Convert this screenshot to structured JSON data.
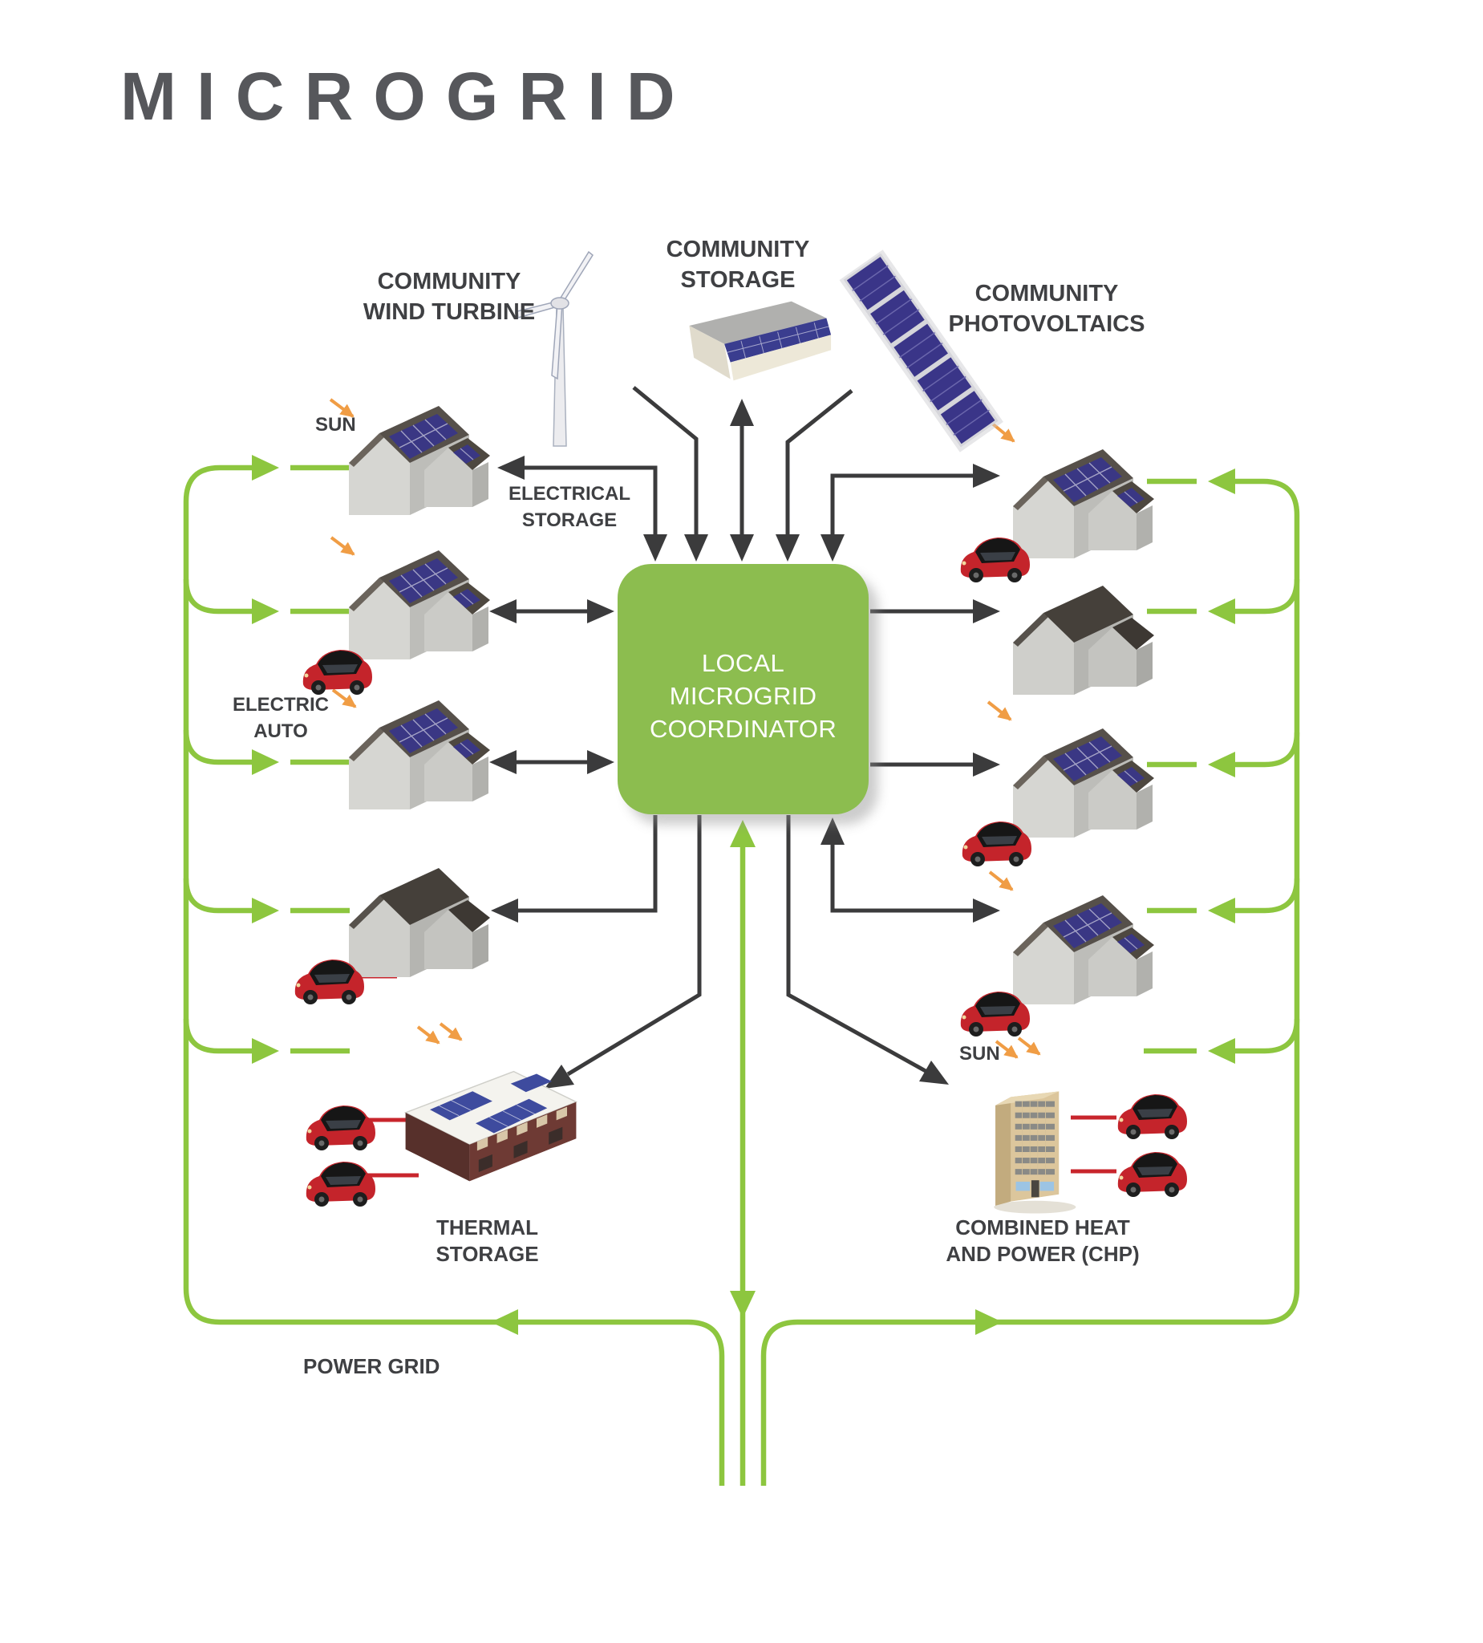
{
  "title": "MICROGRID",
  "nodes": {
    "community_wind_turbine": {
      "label": [
        "COMMUNITY",
        "WIND TURBINE"
      ],
      "icon": "wind-turbine-icon"
    },
    "community_storage": {
      "label": [
        "COMMUNITY",
        "STORAGE"
      ],
      "icon": "solar-warehouse-icon"
    },
    "community_photovoltaics": {
      "label": [
        "COMMUNITY",
        "PHOTOVOLTAICS"
      ],
      "icon": "solar-panel-array-icon"
    },
    "coordinator": {
      "label": [
        "LOCAL",
        "MICROGRID",
        "COORDINATOR"
      ]
    },
    "thermal_storage": {
      "label": [
        "THERMAL",
        "STORAGE"
      ],
      "icon": "solar-roof-building-icon"
    },
    "combined_heat_and_power": {
      "label": [
        "COMBINED HEAT",
        "AND POWER (CHP)"
      ],
      "icon": "office-tower-icon"
    }
  },
  "annotations": {
    "sun_left": "SUN",
    "sun_right": "SUN",
    "electrical_storage": [
      "ELECTRICAL",
      "STORAGE"
    ],
    "electric_auto": [
      "ELECTRIC",
      "AUTO"
    ],
    "power_grid": "POWER GRID"
  },
  "houses": {
    "left": [
      {
        "solar": true,
        "electric_auto": false,
        "sun_arrow": true
      },
      {
        "solar": true,
        "electric_auto": true,
        "sun_arrow": true
      },
      {
        "solar": true,
        "electric_auto": false,
        "sun_arrow": true
      },
      {
        "solar": false,
        "electric_auto": true,
        "sun_arrow": false
      }
    ],
    "right": [
      {
        "solar": true,
        "electric_auto": true,
        "sun_arrow": true
      },
      {
        "solar": false,
        "electric_auto": false,
        "sun_arrow": false
      },
      {
        "solar": true,
        "electric_auto": true,
        "sun_arrow": true
      },
      {
        "solar": true,
        "electric_auto": true,
        "sun_arrow": true
      }
    ]
  },
  "colors": {
    "grid_green": "#8dc63f",
    "coordinator_green": "#8cbd4f",
    "arrow_black": "#3b3b3c",
    "sun_orange": "#f09d45",
    "ev_red": "#c8252c",
    "label_gray": "#3f4043",
    "title_gray": "#56575b"
  }
}
